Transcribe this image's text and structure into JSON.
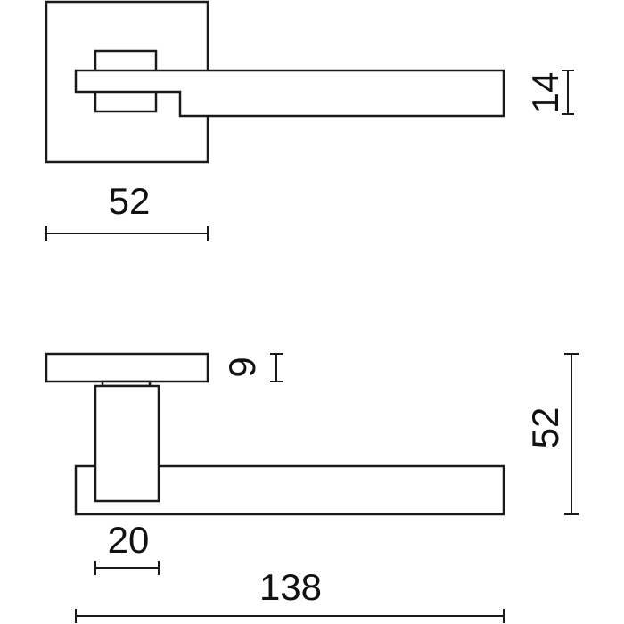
{
  "drawing": {
    "front_view": {
      "rosette_width_label": "52",
      "lever_height_label": "14"
    },
    "side_view": {
      "rosette_thickness_label": "9",
      "total_height_label": "52",
      "neck_width_label": "20",
      "lever_length_label": "138"
    },
    "line_color": "#1a1a1a"
  }
}
